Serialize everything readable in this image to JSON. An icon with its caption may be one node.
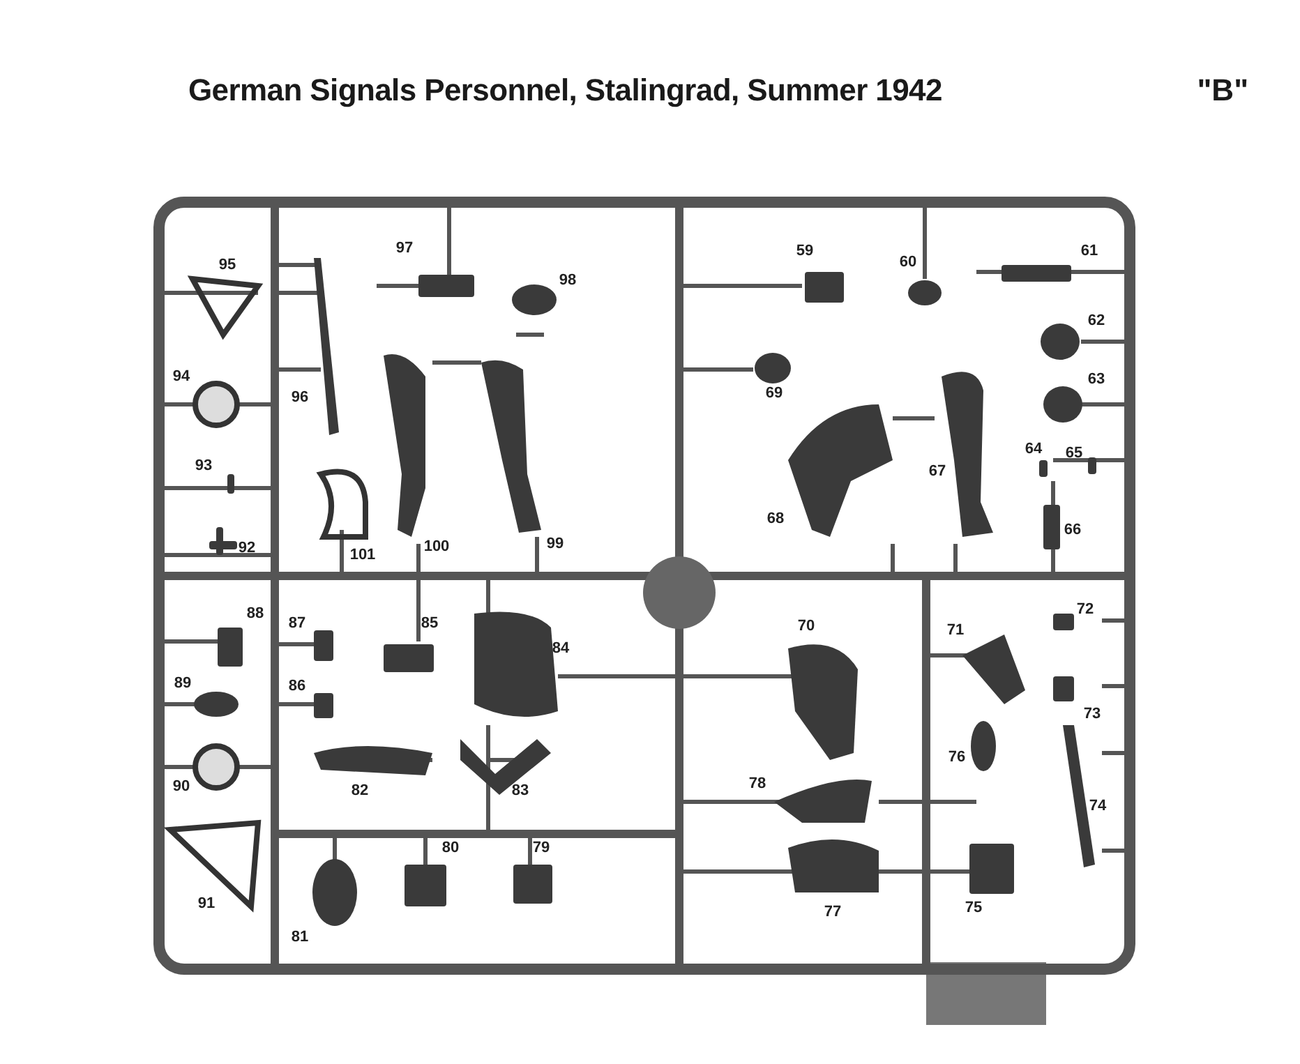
{
  "diagram": {
    "title": "German Signals Personnel, Stalingrad, Summer 1942",
    "labels": [
      "\"B\"",
      "59",
      "61",
      "97",
      "60",
      "95",
      "98",
      "62",
      "94",
      "63",
      "69",
      "96",
      "64",
      "65",
      "67",
      "93",
      "68",
      "66",
      "99",
      "100",
      "92",
      "101",
      "88",
      "72",
      "87",
      "85",
      "71",
      "70",
      "84",
      "89",
      "86",
      "73",
      "76",
      "82",
      "83",
      "78",
      "90",
      "74",
      "80",
      "79",
      "77",
      "91",
      "75",
      "81"
    ]
  }
}
